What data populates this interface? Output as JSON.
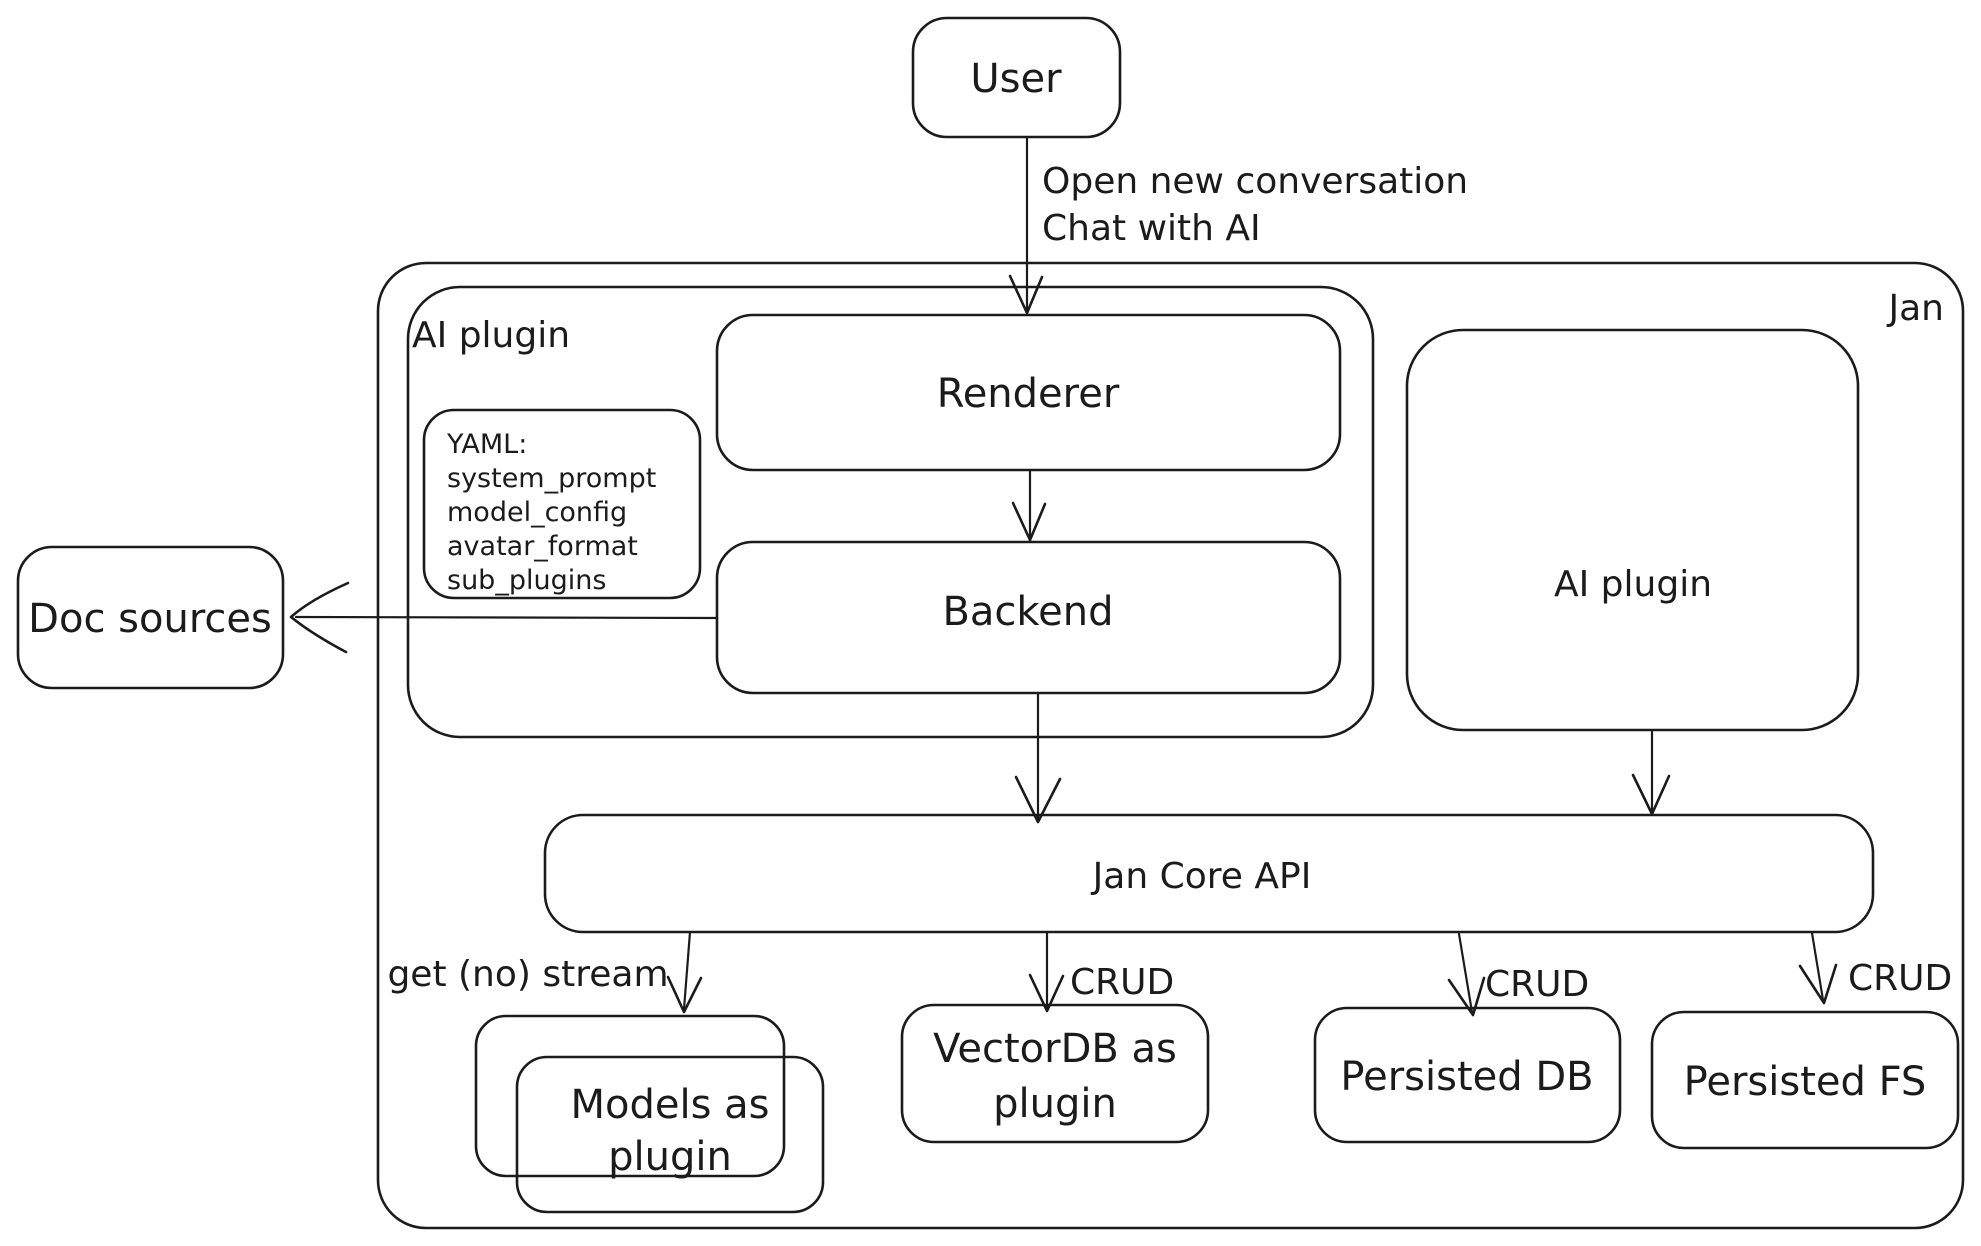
{
  "diagram": {
    "background": "#ffffff",
    "stroke_color": "#1b1b1b"
  },
  "nodes": {
    "user": {
      "label": "User"
    },
    "jan_container": {
      "label": "Jan"
    },
    "ai_plugin_group": {
      "label": "AI plugin"
    },
    "yaml_note": {
      "lines": [
        "YAML:",
        "system_prompt",
        "model_config",
        "avatar_format",
        "sub_plugins"
      ]
    },
    "renderer": {
      "label": "Renderer"
    },
    "backend": {
      "label": "Backend"
    },
    "doc_sources": {
      "label": "Doc sources"
    },
    "ai_plugin_right": {
      "label": "AI plugin"
    },
    "jan_core_api": {
      "label": "Jan Core API"
    },
    "models_plugin": {
      "line1": "Models as",
      "line2": "plugin"
    },
    "vectordb_plugin": {
      "line1": "VectorDB as",
      "line2": "plugin"
    },
    "persisted_db": {
      "label": "Persisted DB"
    },
    "persisted_fs": {
      "label": "Persisted FS"
    }
  },
  "edges": {
    "user_to_renderer": {
      "line1": "Open new conversation",
      "line2": "Chat with AI"
    },
    "backend_to_doc_sources": {
      "label": ""
    },
    "api_to_models": {
      "label": "get (no) stream"
    },
    "api_to_vectordb": {
      "label": "CRUD"
    },
    "api_to_persisted_db": {
      "label": "CRUD"
    },
    "api_to_persisted_fs": {
      "label": "CRUD"
    }
  }
}
